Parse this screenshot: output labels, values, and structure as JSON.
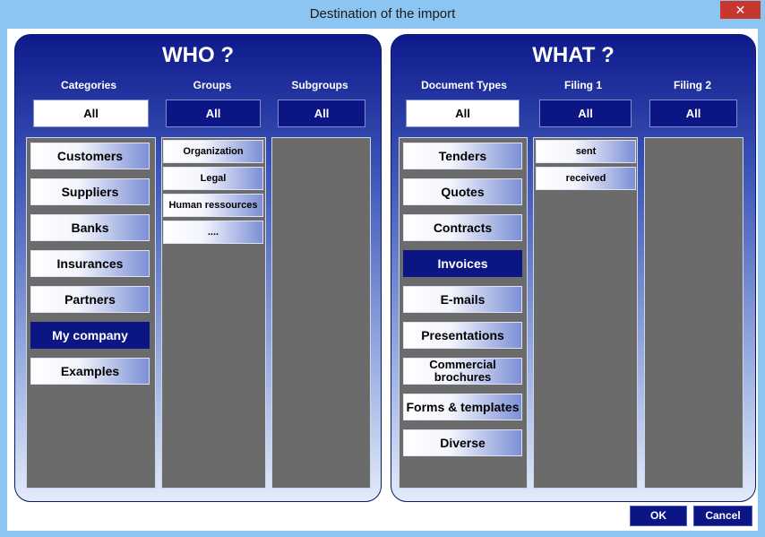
{
  "window": {
    "title": "Destination of the import",
    "close_label": "✕"
  },
  "who": {
    "title": "WHO ?",
    "columns": {
      "categories": {
        "header": "Categories",
        "filter": "All"
      },
      "groups": {
        "header": "Groups",
        "filter": "All"
      },
      "subgroups": {
        "header": "Subgroups",
        "filter": "All"
      }
    },
    "categories": [
      "Customers",
      "Suppliers",
      "Banks",
      "Insurances",
      "Partners",
      "My company",
      "Examples"
    ],
    "selected_category": "My company",
    "groups": [
      "Organization",
      "Legal",
      "Human ressources",
      "...."
    ]
  },
  "what": {
    "title": "WHAT ?",
    "columns": {
      "document_types": {
        "header": "Document Types",
        "filter": "All"
      },
      "filing1": {
        "header": "Filing 1",
        "filter": "All"
      },
      "filing2": {
        "header": "Filing 2",
        "filter": "All"
      }
    },
    "document_types": [
      "Tenders",
      "Quotes",
      "Contracts",
      "Invoices",
      "E-mails",
      "Presentations",
      "Commercial brochures",
      "Forms & templates",
      "Diverse"
    ],
    "selected_document_type": "Invoices",
    "filing1": [
      "sent",
      "received"
    ]
  },
  "footer": {
    "ok_label": "OK",
    "cancel_label": "Cancel"
  },
  "colors": {
    "accent": "#0c1584",
    "titlebar": "#8cc4f2",
    "list_bg": "#6b6b6b"
  }
}
